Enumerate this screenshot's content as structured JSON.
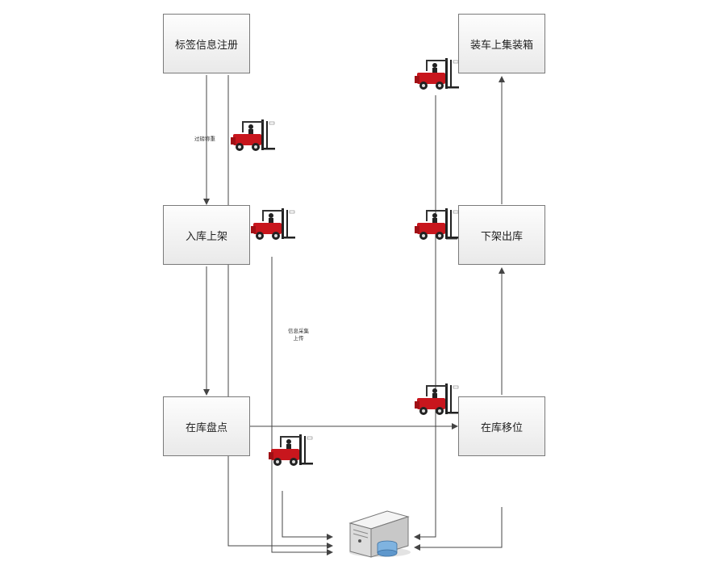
{
  "nodes": {
    "tag_register": "标签信息注册",
    "inbound_shelf": "入库上架",
    "inventory_check": "在库盘点",
    "load_container": "装车上集装箱",
    "outbound": "下架出库",
    "stock_transfer": "在库移位"
  },
  "labels": {
    "weigh": "过磅称重",
    "collect_line1": "信息采集",
    "collect_line2": "上传"
  },
  "colors": {
    "forklift_red": "#c8161d",
    "line": "#444444"
  },
  "icons": [
    "forklift-icon",
    "server-database-icon"
  ]
}
